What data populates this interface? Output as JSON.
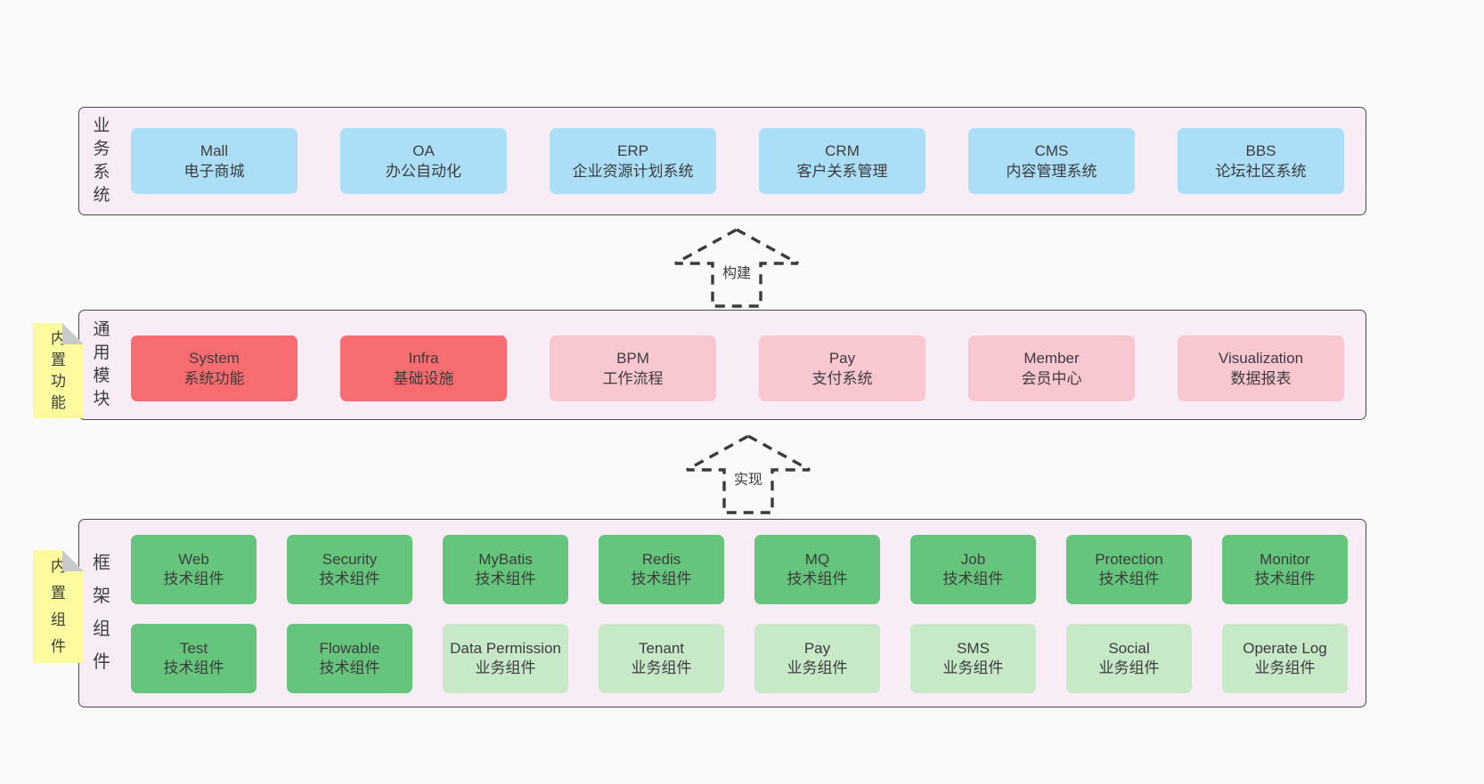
{
  "colors": {
    "blue": "#abdef7",
    "red": "#f76d6f",
    "pink": "#f9c7cf",
    "green": "#66c57d",
    "lightgreen": "#c7e9c8",
    "container": "#f8edf6",
    "sticky": "#fbfa9f"
  },
  "arrows": [
    {
      "label": "构建"
    },
    {
      "label": "实现"
    }
  ],
  "bands": [
    {
      "label": "业务系统",
      "boxes": [
        {
          "title": "Mall",
          "subtitle": "电子商城"
        },
        {
          "title": "OA",
          "subtitle": "办公自动化"
        },
        {
          "title": "ERP",
          "subtitle": "企业资源计划系统"
        },
        {
          "title": "CRM",
          "subtitle": "客户关系管理"
        },
        {
          "title": "CMS",
          "subtitle": "内容管理系统"
        },
        {
          "title": "BBS",
          "subtitle": "论坛社区系统"
        }
      ]
    },
    {
      "label": "通用模块",
      "sticky": "内置功能",
      "boxes": [
        {
          "title": "System",
          "subtitle": "系统功能"
        },
        {
          "title": "Infra",
          "subtitle": "基础设施"
        },
        {
          "title": "BPM",
          "subtitle": "工作流程"
        },
        {
          "title": "Pay",
          "subtitle": "支付系统"
        },
        {
          "title": "Member",
          "subtitle": "会员中心"
        },
        {
          "title": "Visualization",
          "subtitle": "数据报表"
        }
      ]
    },
    {
      "label": "框架组件",
      "sticky": "内置组件",
      "boxes": [
        {
          "title": "Web",
          "subtitle": "技术组件"
        },
        {
          "title": "Security",
          "subtitle": "技术组件"
        },
        {
          "title": "MyBatis",
          "subtitle": "技术组件"
        },
        {
          "title": "Redis",
          "subtitle": "技术组件"
        },
        {
          "title": "MQ",
          "subtitle": "技术组件"
        },
        {
          "title": "Job",
          "subtitle": "技术组件"
        },
        {
          "title": "Protection",
          "subtitle": "技术组件"
        },
        {
          "title": "Monitor",
          "subtitle": "技术组件"
        },
        {
          "title": "Test",
          "subtitle": "技术组件"
        },
        {
          "title": "Flowable",
          "subtitle": "技术组件"
        },
        {
          "title": "Data Permission",
          "subtitle": "业务组件"
        },
        {
          "title": "Tenant",
          "subtitle": "业务组件"
        },
        {
          "title": "Pay",
          "subtitle": "业务组件"
        },
        {
          "title": "SMS",
          "subtitle": "业务组件"
        },
        {
          "title": "Social",
          "subtitle": "业务组件"
        },
        {
          "title": "Operate Log",
          "subtitle": "业务组件"
        }
      ]
    }
  ]
}
